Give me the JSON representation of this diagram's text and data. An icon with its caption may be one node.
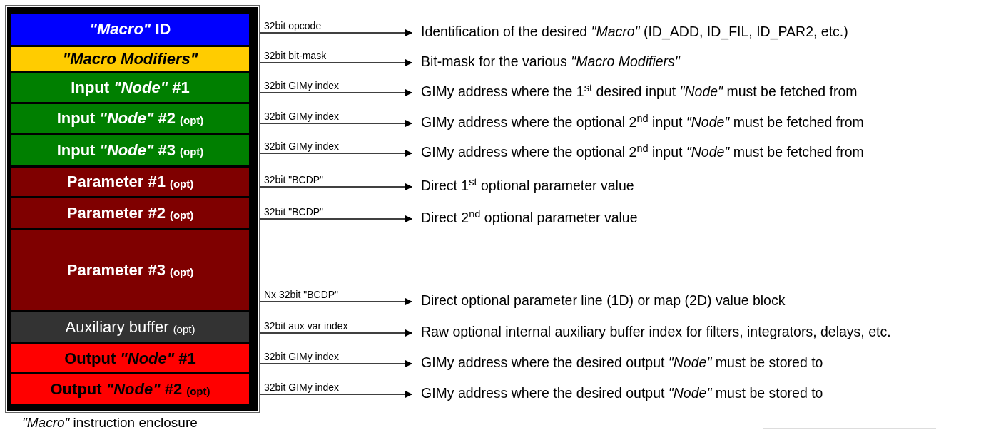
{
  "diagram": {
    "nodes": [
      {
        "text": [],
        "shape": "box",
        "beside": [
          "*\"Macro\"* instruction enclosure"
        ]
      },
      {
        "text": [
          "*\"Macro\"* ID"
        ],
        "in": 0
      },
      {
        "text": [
          "*\"Macro Modifiers\"*"
        ],
        "in": 0
      },
      {
        "text": [
          "Input *\"Node\"* #1"
        ],
        "in": 0
      },
      {
        "text": [
          "Input *\"Node\"* #2",
          "(opt)"
        ],
        "in": 0
      },
      {
        "text": [
          "Input *\"Node\"* #3",
          "(opt)"
        ],
        "in": 0
      },
      {
        "text": [
          "Parameter #1",
          "(opt)"
        ],
        "in": 0
      },
      {
        "text": [
          "Parameter #2",
          "(opt)"
        ],
        "in": 0
      },
      {
        "text": [
          "Parameter #3",
          "(opt)"
        ],
        "in": 0
      },
      {
        "text": [
          "Auxiliary buffer",
          "(opt)"
        ],
        "in": 0
      },
      {
        "text": [
          "Output *\"Node\"* #1"
        ],
        "in": 0
      },
      {
        "text": [
          "Output *\"Node\"* #2",
          "(opt)"
        ],
        "in": 0
      },
      {
        "text": [
          "Identification of the desired *\"Macro\"* (ID_ADD, ID_FIL, ID_PAR2, etc.)"
        ]
      },
      {
        "text": [
          "Bit-mask for the various *\"Macro Modifiers\"*"
        ]
      },
      {
        "text": [
          "GIMy address where the 1$^{st}$ desired input *\"Node\"* must be fetched from"
        ]
      },
      {
        "text": [
          "GIMy address where the optional 2$^{nd}$ input *\"Node\"* must be fetched from"
        ]
      },
      {
        "text": [
          "GIMy address where the optional 2$^{nd}$ input *\"Node\"* must be fetched from"
        ]
      },
      {
        "text": [
          "Direct 1$^{st}$ optional parameter value"
        ]
      },
      {
        "text": [
          "Direct 2$^{nd}$ optional parameter value"
        ]
      },
      {
        "text": [
          "Direct optional parameter line (1D) or map (2D) value block"
        ]
      },
      {
        "text": [
          "Raw optional internal auxiliary buffer index for filters, integrators, delays, etc."
        ]
      },
      {
        "text": [
          "GIMy address where the desired output *\"Node\"* must be stored to"
        ]
      },
      {
        "text": [
          "GIMy address where the desired output *\"Node\"* must be stored to"
        ]
      }
    ],
    "edges": [
      {
        "from": 1,
        "to": 12,
        "arrow": "to",
        "label": "32bit opcode"
      },
      {
        "from": 2,
        "to": 13,
        "arrow": "to",
        "label": "32bit bit-mask"
      },
      {
        "from": 3,
        "to": 14,
        "arrow": "to",
        "label": "32bit GIMy index"
      },
      {
        "from": 4,
        "to": 15,
        "arrow": "to",
        "label": "32bit GIMy index"
      },
      {
        "from": 5,
        "to": 16,
        "arrow": "to",
        "label": "32bit GIMy index"
      },
      {
        "from": 6,
        "to": 17,
        "arrow": "to",
        "label": "32bit \"BCDP\""
      },
      {
        "from": 7,
        "to": 18,
        "arrow": "to",
        "label": "32bit \"BCDP\""
      },
      {
        "from": 8,
        "to": 19,
        "arrow": "to",
        "label": "Nx 32bit \"BCDP\""
      },
      {
        "from": 9,
        "to": 20,
        "arrow": "to",
        "label": "32bit aux var index"
      },
      {
        "from": 10,
        "to": 21,
        "arrow": "to",
        "label": "32bit GIMy index"
      },
      {
        "from": 11,
        "to": 22,
        "arrow": "to",
        "label": "32bit GIMy index"
      }
    ]
  }
}
